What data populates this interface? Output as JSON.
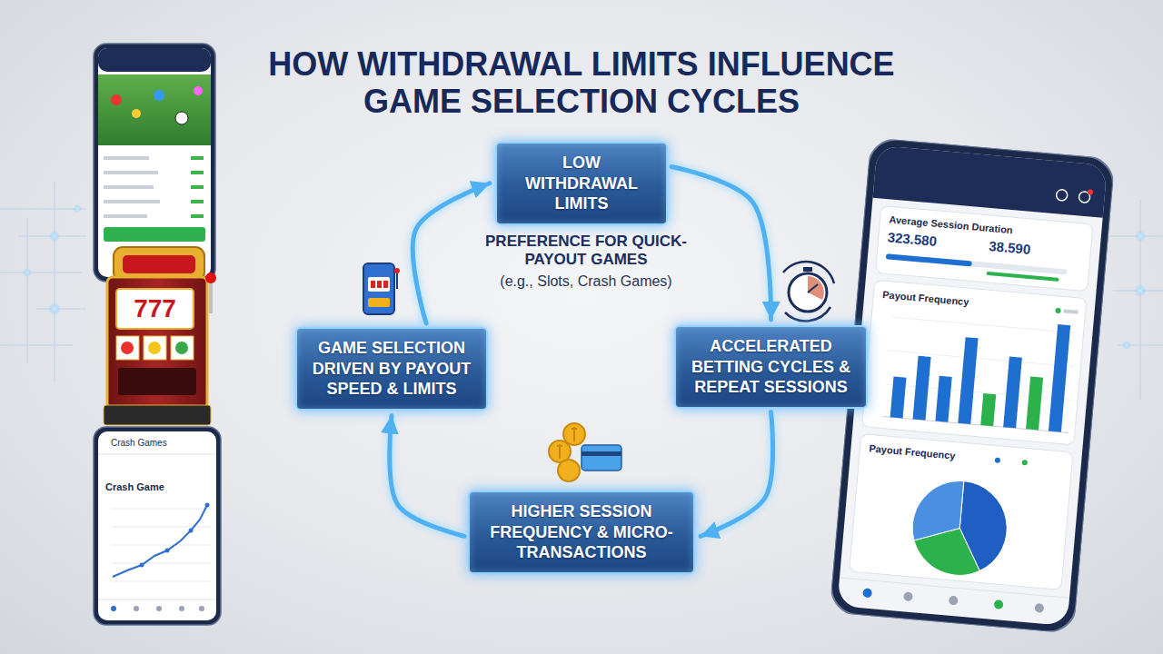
{
  "diagram": {
    "title": "HOW WITHDRAWAL LIMITS INFLUENCE GAME SELECTION CYCLES",
    "nodes": [
      {
        "text": [
          "LOW WITHDRAWAL LIMITS"
        ]
      },
      {
        "text": [
          "GAME SELECTION DRIVEN BY PAYOUT SPEED & LIMITS"
        ]
      },
      {
        "text": [
          "ACCELERATED BETTING CYCLES & REPEAT SESSIONS"
        ]
      },
      {
        "text": [
          "HIGHER SESSION FREQUENCY & MICRO-TRANSACTIONS"
        ]
      }
    ],
    "edges": [
      {
        "from": 0,
        "to": 2,
        "arrow": "to"
      },
      {
        "from": 2,
        "to": 3,
        "arrow": "to"
      },
      {
        "from": 3,
        "to": 1,
        "arrow": "to"
      },
      {
        "from": 1,
        "to": 0,
        "arrow": "to"
      }
    ],
    "labels": [
      "PREFERENCE FOR QUICK-PAYOUT GAMES",
      "(e.g., Slots, Crash Games)",
      "Average Session Duration",
      "323.580",
      "38.590",
      "Payout Frequency",
      "Payout Frequency",
      "Crash Games",
      "Crash Game",
      "777"
    ]
  }
}
